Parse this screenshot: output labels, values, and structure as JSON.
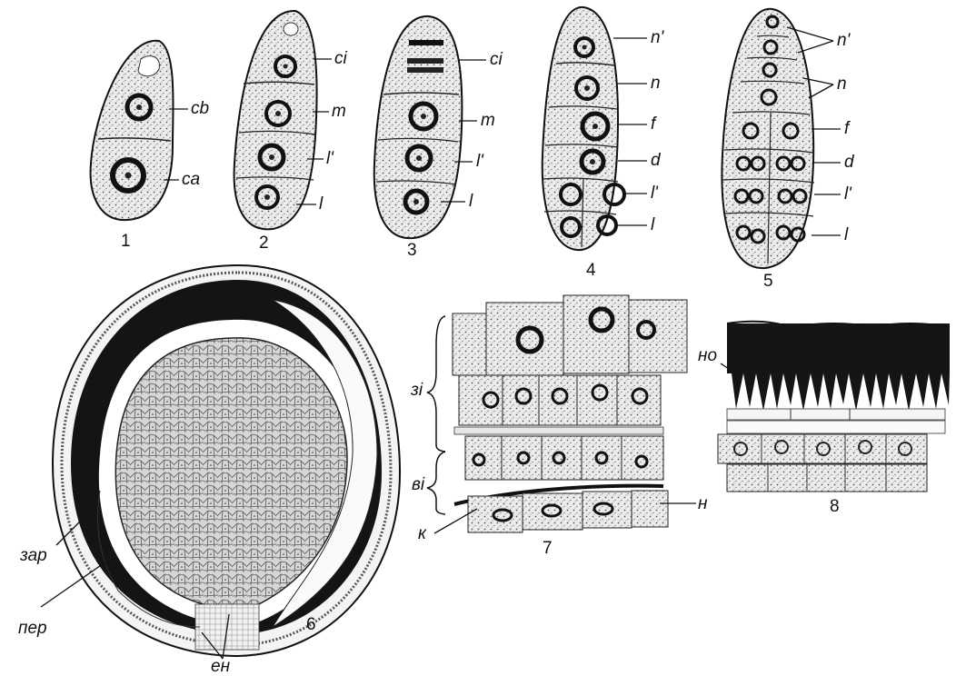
{
  "figure_numbers": [
    "1",
    "2",
    "3",
    "4",
    "5",
    "6",
    "7",
    "8"
  ],
  "labels": {
    "p1": [
      "cb",
      "ca"
    ],
    "p2": [
      "ci",
      "m",
      "l'",
      "l"
    ],
    "p3": [
      "ci",
      "m",
      "l'",
      "l"
    ],
    "p4": [
      "n'",
      "n",
      "f",
      "d",
      "l'",
      "l"
    ],
    "p5": [
      "n'",
      "n",
      "f",
      "d",
      "l'",
      "l"
    ],
    "p6": [
      "зар",
      "пер",
      "ен"
    ],
    "p7": [
      "зі",
      "ві",
      "к",
      "н"
    ],
    "p8": [
      "но"
    ]
  }
}
